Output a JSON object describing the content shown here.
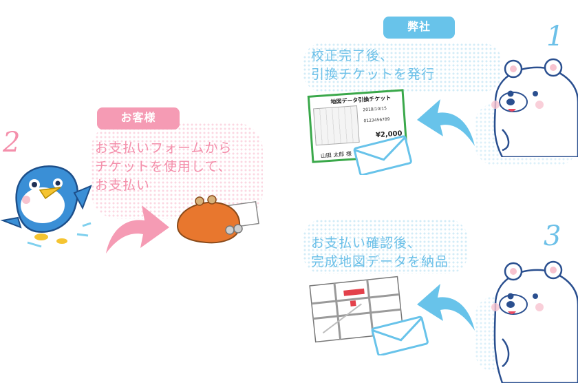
{
  "step1": {
    "number": "1",
    "badge": "弊社",
    "lines": [
      "校正完了後、",
      "引換チケットを発行"
    ]
  },
  "step2": {
    "number": "2",
    "badge": "お客様",
    "lines": [
      "お支払いフォームから",
      "チケットを使用して、",
      "お支払い"
    ]
  },
  "step3": {
    "number": "3",
    "lines": [
      "お支払い確認後、",
      "完成地図データを納品"
    ]
  },
  "ticket": {
    "title": "地図データ引換チケット",
    "date": "2018/10/15",
    "number": "0123456789",
    "price": "¥2,000",
    "customer": "山田 太郎 様"
  },
  "colors": {
    "blue": "#68c3ea",
    "pink": "#f59bb4",
    "orange": "#e8772e"
  }
}
